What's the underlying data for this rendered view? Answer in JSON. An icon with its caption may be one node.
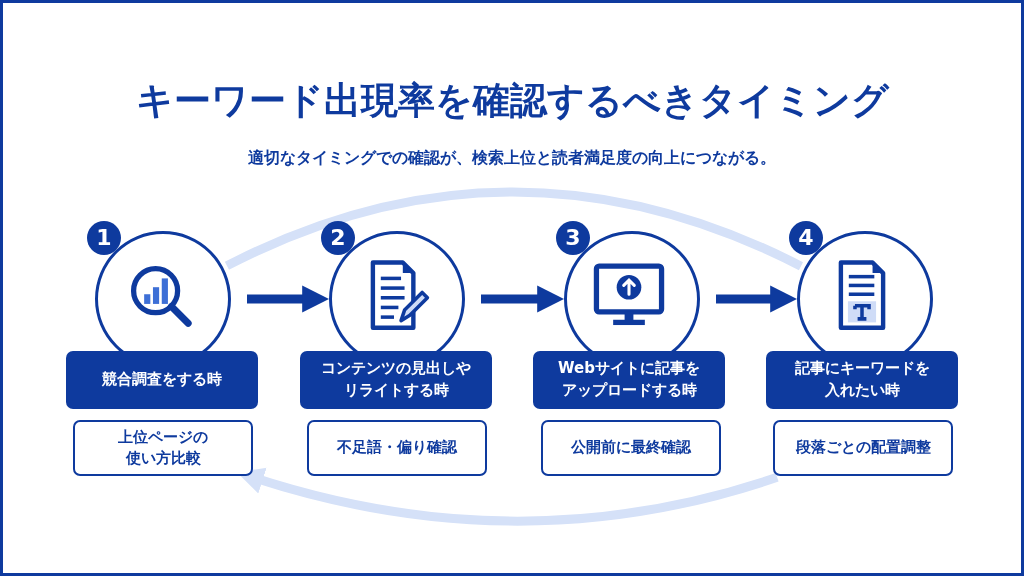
{
  "diagram": {
    "title": "キーワード出現率を確認するべきタイミング",
    "caption": "適切なタイミングでの確認が、検索上位と読者満足度の向上につながる。",
    "nodes": [
      {
        "text": [
          "1"
        ]
      },
      {
        "text": [
          "競合調査をする時"
        ]
      },
      {
        "text": [
          "上位ページの使い方比較"
        ]
      },
      {
        "text": [
          "2"
        ]
      },
      {
        "text": [
          "コンテンツの見出しやリライトする時"
        ]
      },
      {
        "text": [
          "不足語・偏り確認"
        ]
      },
      {
        "text": [
          "3"
        ]
      },
      {
        "text": [
          "Webサイトに記事をアップロードする時"
        ]
      },
      {
        "text": [
          "公開前に最終確認"
        ]
      },
      {
        "text": [
          "4"
        ]
      },
      {
        "text": [
          "記事にキーワードを入れたい時"
        ]
      },
      {
        "text": [
          "段落ごとの配置調整"
        ]
      }
    ],
    "edges": [
      {
        "from": 0,
        "to": 3,
        "arrow": "to"
      },
      {
        "from": 3,
        "to": 6,
        "arrow": "to"
      },
      {
        "from": 6,
        "to": 9,
        "arrow": "to"
      },
      {
        "from": 0,
        "to": 9,
        "arrow": "none",
        "color": "#d5e1f8"
      },
      {
        "from": 11,
        "to": 2,
        "arrow": "to",
        "color": "#d5e1f8"
      }
    ]
  }
}
